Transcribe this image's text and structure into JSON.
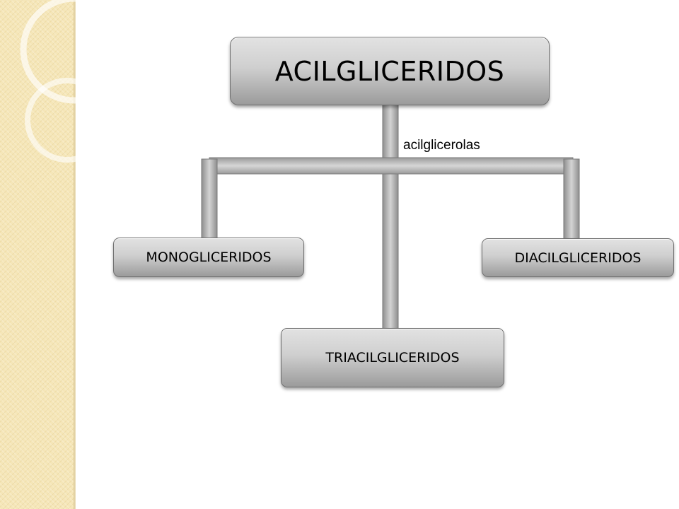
{
  "diagram": {
    "root": {
      "label": "ACILGLICERIDOS"
    },
    "edge_label": "acilglicerolas",
    "children": [
      {
        "id": "mono",
        "label": "MONOGLICERIDOS"
      },
      {
        "id": "diac",
        "label": "DIACILGLICERIDOS"
      },
      {
        "id": "triac",
        "label": "TRIACILGLICERIDOS"
      }
    ]
  },
  "colors": {
    "side_strip": "#f5e6b8",
    "node_fill_top": "#e2e2e2",
    "node_fill_bottom": "#9b9b9b",
    "node_border": "#6f6f6f"
  }
}
